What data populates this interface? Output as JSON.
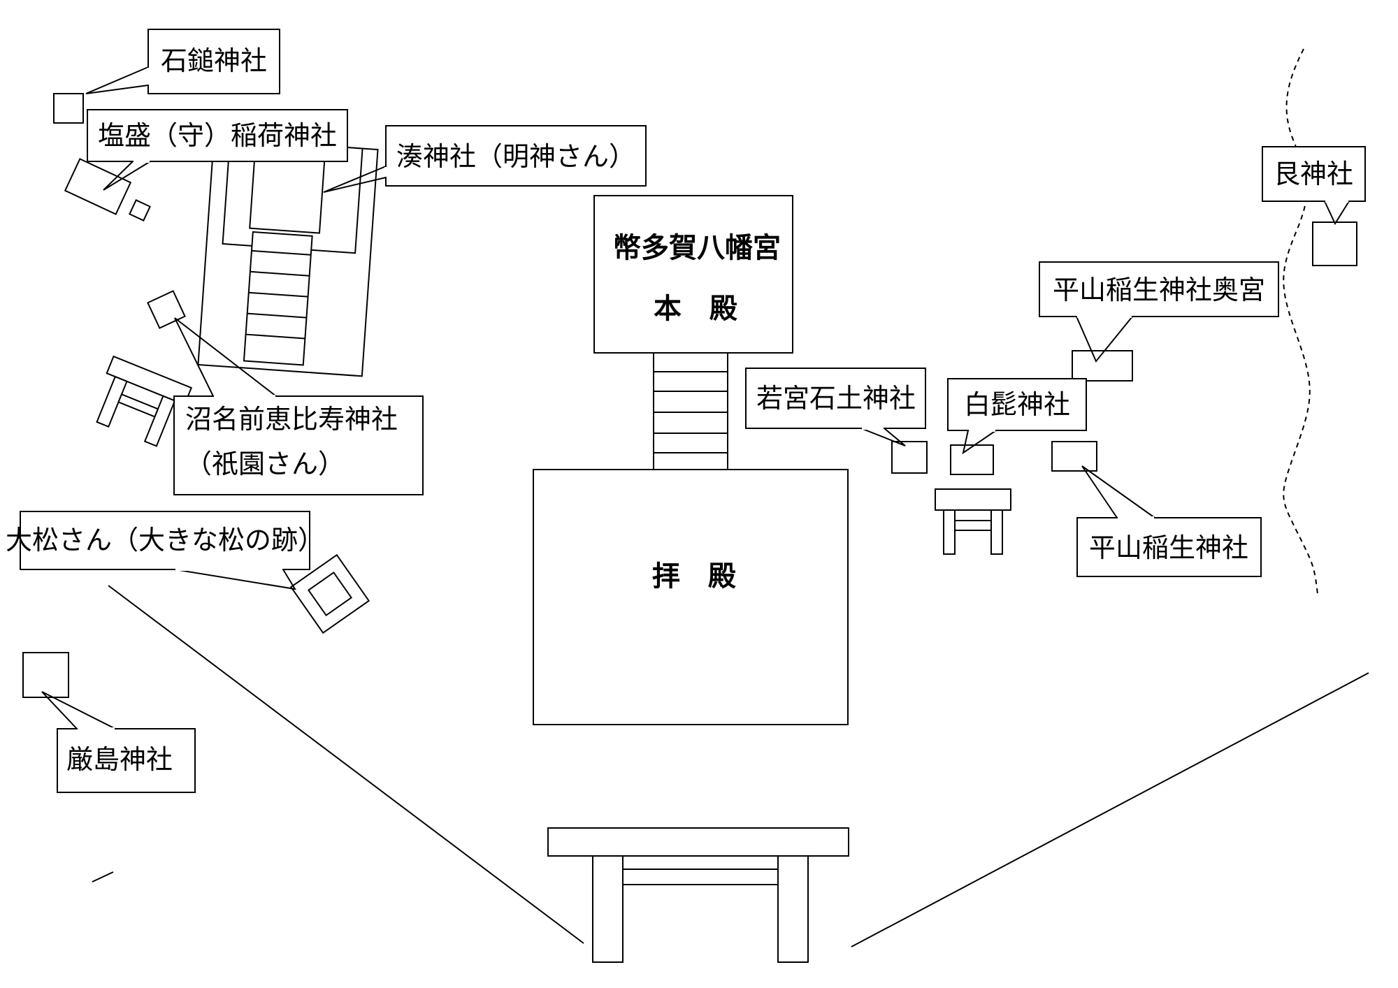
{
  "main_hall": {
    "name": "幣多賀八幡宮",
    "subtitle": "本　殿"
  },
  "worship_hall": {
    "name": "拝　殿"
  },
  "labels": {
    "ishizuchi": "石鎚神社",
    "shiomori": "塩盛（守）稲荷神社",
    "minato": "湊神社（明神さん）",
    "ushitora": "艮神社",
    "hirayama_okumiya": "平山稲生神社奥宮",
    "wakamiya": "若宮石土神社",
    "shirahige": "白髭神社",
    "hirayama": "平山稲生神社",
    "numana_line1": "沼名前恵比寿神社",
    "numana_line2": "（祇園さん）",
    "omatsu": "大松さん（大きな松の跡）",
    "itsukushima": "厳島神社"
  }
}
